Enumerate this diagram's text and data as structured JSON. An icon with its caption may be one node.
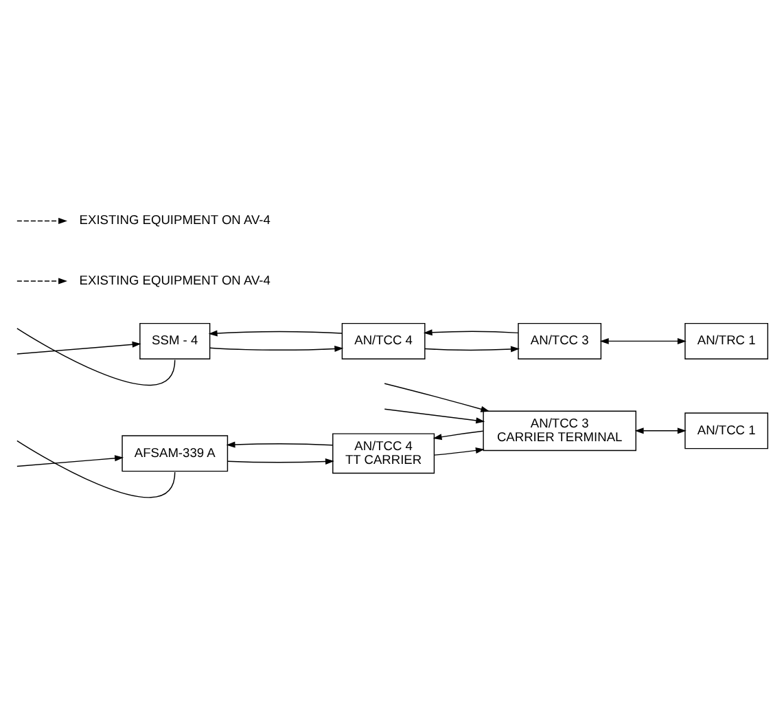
{
  "diagram": {
    "nodes": [
      {
        "text": [
          "AFSAM-339 A"
        ]
      },
      {
        "text": [
          "AN/TCC 4",
          "TT CARRIER"
        ]
      },
      {
        "text": [
          "AN/TCC 3",
          "CARRIER TERMINAL"
        ]
      },
      {
        "text": [
          "AN/TCC 1"
        ]
      },
      {
        "text": [
          "SSM - 4"
        ]
      },
      {
        "text": [
          "AN/TCC 4"
        ]
      },
      {
        "text": [
          "AN/TCC 3"
        ]
      },
      {
        "text": [
          "AN/TRC 1"
        ]
      },
      {
        "text": [
          "EXISTING EQUIPMENT ON AV-4"
        ]
      },
      {
        "text": [
          "EXISTING EQUIPMENT ON AV-4"
        ]
      }
    ],
    "edges": [
      {
        "from": null,
        "to": 2,
        "arrow": "to"
      },
      {
        "from": null,
        "to": 2,
        "arrow": "to"
      },
      {
        "from": 0,
        "to": null,
        "arrow": "none"
      },
      {
        "from": null,
        "to": 0,
        "arrow": "to"
      },
      {
        "from": 0,
        "to": 1,
        "arrow": "to"
      },
      {
        "from": 1,
        "to": 2,
        "arrow": "to"
      },
      {
        "from": 2,
        "to": 1,
        "arrow": "to"
      },
      {
        "from": 1,
        "to": 0,
        "arrow": "to"
      },
      {
        "from": 2,
        "to": 3,
        "arrow": "both"
      },
      {
        "from": 4,
        "to": null,
        "arrow": "none"
      },
      {
        "from": null,
        "to": 4,
        "arrow": "to"
      },
      {
        "from": 4,
        "to": 5,
        "arrow": "to"
      },
      {
        "from": 5,
        "to": 4,
        "arrow": "to"
      },
      {
        "from": 5,
        "to": 6,
        "arrow": "to"
      },
      {
        "from": 6,
        "to": 5,
        "arrow": "to"
      },
      {
        "from": 6,
        "to": 7,
        "arrow": "both"
      },
      {
        "from": null,
        "to": 8,
        "arrow": "to",
        "style": "dashed"
      },
      {
        "from": null,
        "to": 9,
        "arrow": "to",
        "style": "dashed"
      }
    ]
  }
}
